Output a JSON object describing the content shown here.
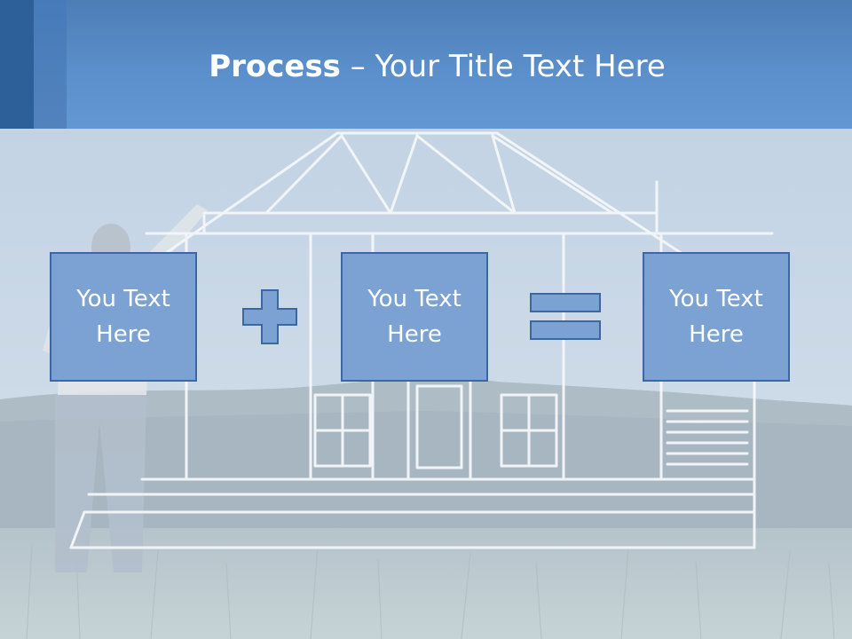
{
  "header": {
    "title_bold": "Process",
    "title_rest": " – Your Title Text Here"
  },
  "process": {
    "boxes": [
      {
        "text": "You Text Here"
      },
      {
        "text": "You Text Here"
      },
      {
        "text": "You Text Here"
      }
    ],
    "operators": [
      "plus-icon",
      "equals-icon"
    ]
  },
  "colors": {
    "header_blue": "#5b8fcb",
    "box_fill": "#7ba2d2",
    "box_border": "#3c68a2",
    "text": "#ffffff"
  }
}
